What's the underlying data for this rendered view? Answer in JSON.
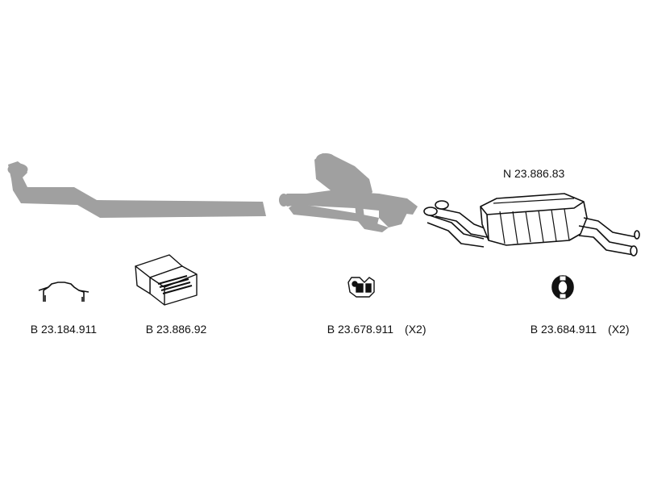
{
  "colors": {
    "background": "#ffffff",
    "ghost_parts": "#a0a0a0",
    "line_art": "#111111",
    "text": "#111111"
  },
  "diagram": {
    "ghost_parts": [
      {
        "name": "front-pipe"
      },
      {
        "name": "intermediate-pipe"
      },
      {
        "name": "catalytic-converter"
      }
    ],
    "highlighted_part": {
      "code": "N 23.886.83",
      "icon": "rear-silencer-icon"
    },
    "items": [
      {
        "code": "B 23.184.911",
        "qty": "",
        "icon": "u-bolt-clamp-icon"
      },
      {
        "code": "B 23.886.92",
        "qty": "",
        "icon": "fitting-kit-box-icon"
      },
      {
        "code": "B 23.678.911",
        "qty": "(X2)",
        "icon": "rubber-hanger-icon"
      },
      {
        "code": "B 23.684.911",
        "qty": "(X2)",
        "icon": "rubber-ring-mount-icon"
      }
    ]
  }
}
